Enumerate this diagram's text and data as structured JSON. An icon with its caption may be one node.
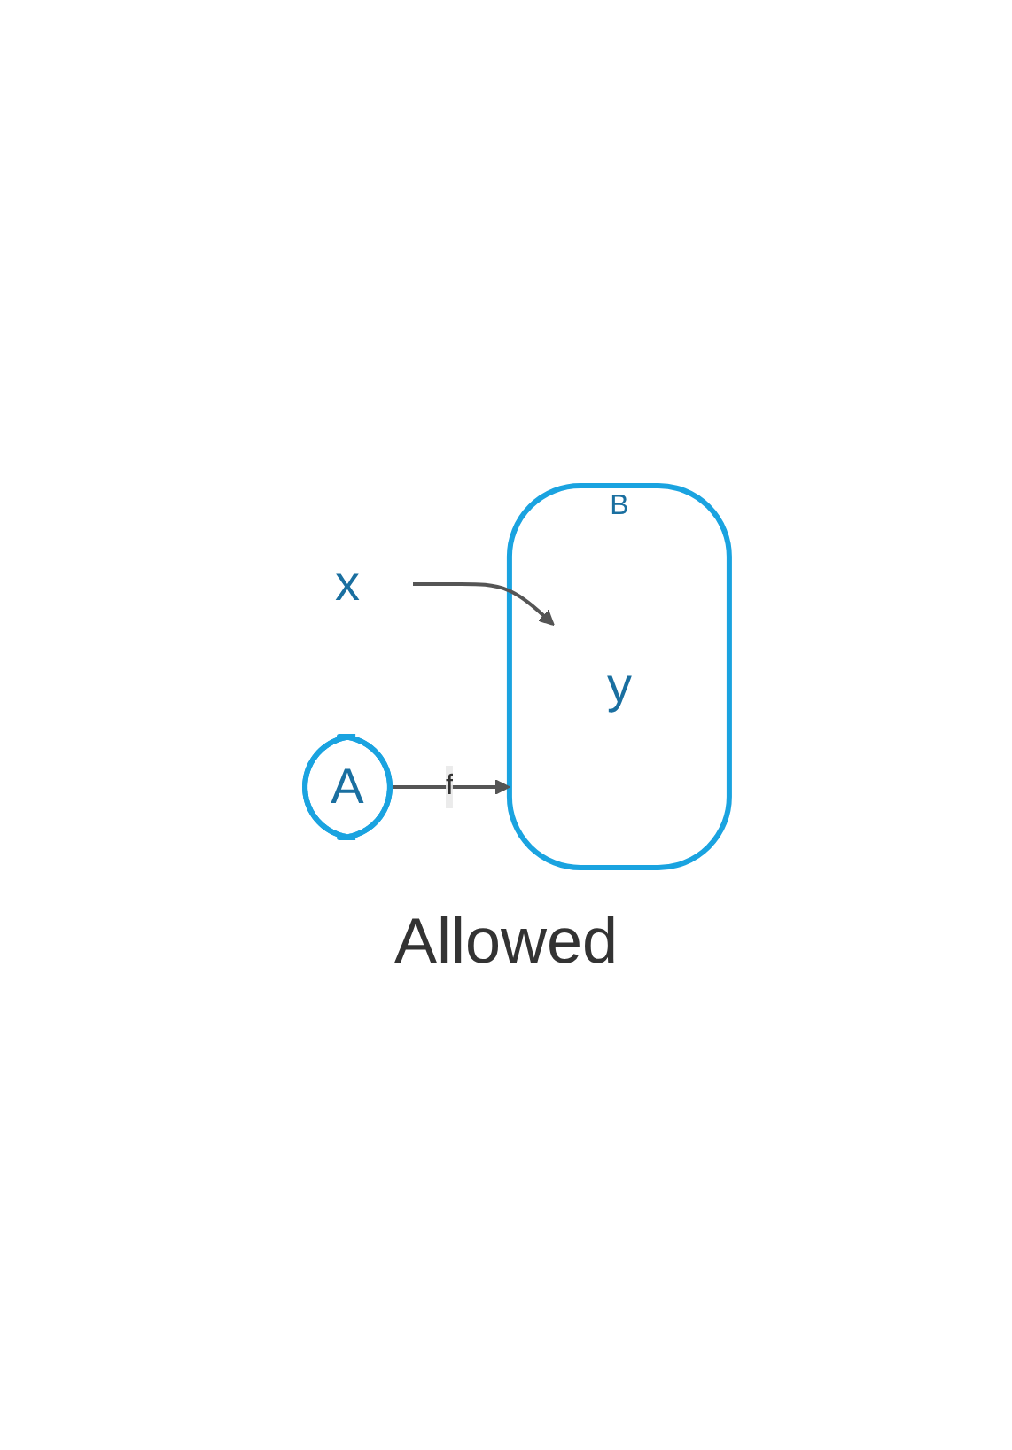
{
  "diagram": {
    "nodes": [
      {
        "text": [
          "A"
        ]
      },
      {
        "text": [
          "B"
        ]
      },
      {
        "text": [
          "x"
        ]
      },
      {
        "text": [
          "y"
        ],
        "in": 1
      }
    ],
    "edges": [
      {
        "from": 0,
        "to": 1,
        "arrow": "to",
        "label": "f"
      },
      {
        "from": 2,
        "to": 3,
        "arrow": "to"
      }
    ],
    "labels": [
      "Allowed"
    ]
  }
}
